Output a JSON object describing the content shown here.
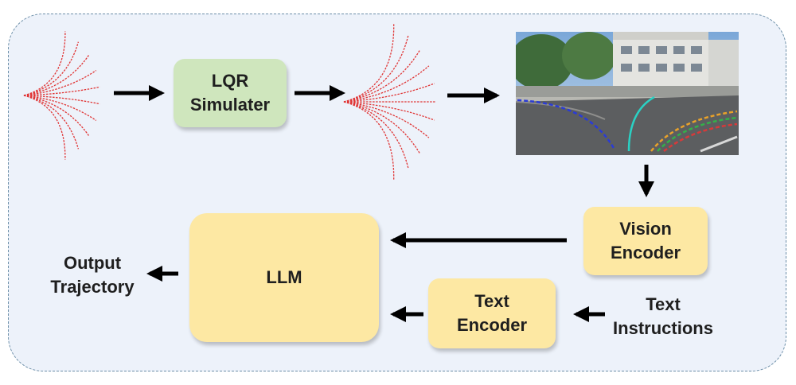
{
  "diagram": {
    "lqr_simulator": [
      "LQR",
      "Simulater"
    ],
    "vision_encoder": [
      "Vision",
      "Encoder"
    ],
    "llm": "LLM",
    "text_encoder": [
      "Text",
      "Encoder"
    ],
    "text_instructions": [
      "Text",
      "Instructions"
    ],
    "output_trajectory": [
      "Output",
      "Trajectory"
    ]
  },
  "colors": {
    "green_box": "#cfe6bd",
    "yellow_box": "#fde8a3",
    "trajectory_red": "#e03535",
    "arrow": "#000000"
  },
  "icons": {
    "input_trajectories": "trajectory-fan-icon",
    "simulated_trajectories": "trajectory-fan-icon",
    "driving_scene": "street-scene-image"
  }
}
